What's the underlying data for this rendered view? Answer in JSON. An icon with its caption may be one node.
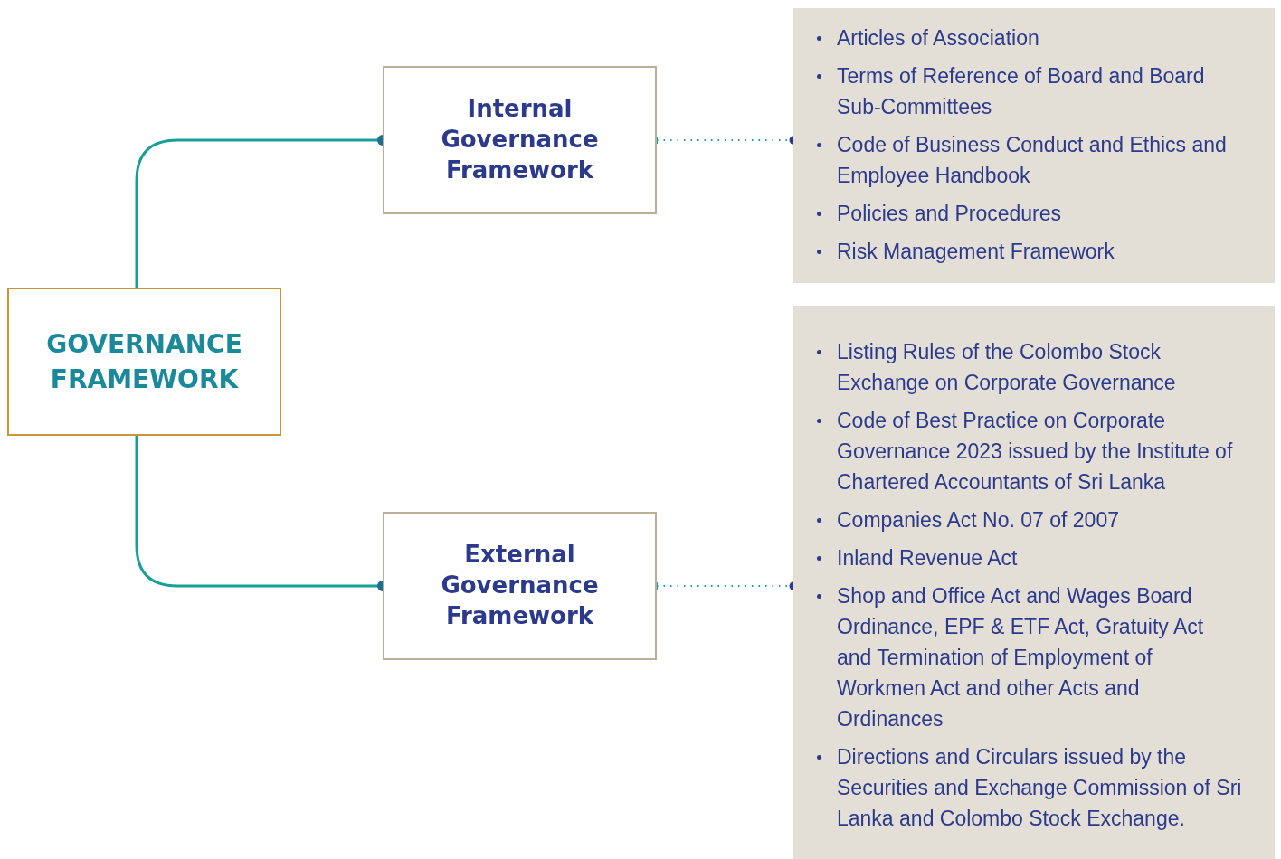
{
  "diagram": {
    "nodes": [
      {
        "text": [
          "GOVERNANCE FRAMEWORK"
        ]
      },
      {
        "text": [
          "Internal Governance Framework"
        ]
      },
      {
        "text": [
          "External Governance Framework"
        ]
      },
      {
        "text": [
          "Articles of Association",
          "Terms of Reference of Board and Board Sub-Committees",
          "Code of Business Conduct and Ethics and Employee Handbook",
          "Policies and Procedures",
          "Risk Management Framework"
        ]
      },
      {
        "text": [
          "Listing Rules of the Colombo Stock Exchange on Corporate Governance",
          "Code of Best Practice on Corporate Governance 2023 issued by the Institute of Chartered Accountants of Sri Lanka",
          "Companies Act No. 07 of 2007",
          "Inland Revenue Act",
          "Shop and Office Act and Wages Board Ordinance, EPF & ETF Act, Gratuity Act and Termination of Employment of Workmen Act and other Acts and Ordinances",
          "Directions and Circulars issued by the Securities and Exchange Commission of Sri Lanka and Colombo Stock Exchange."
        ]
      }
    ],
    "edges": [
      {
        "from": 0,
        "to": 1,
        "arrow": "other"
      },
      {
        "from": 0,
        "to": 2,
        "arrow": "other"
      },
      {
        "from": 1,
        "to": 3,
        "arrow": "other",
        "style": "dashed"
      },
      {
        "from": 2,
        "to": 4,
        "arrow": "other",
        "style": "dashed"
      }
    ]
  }
}
